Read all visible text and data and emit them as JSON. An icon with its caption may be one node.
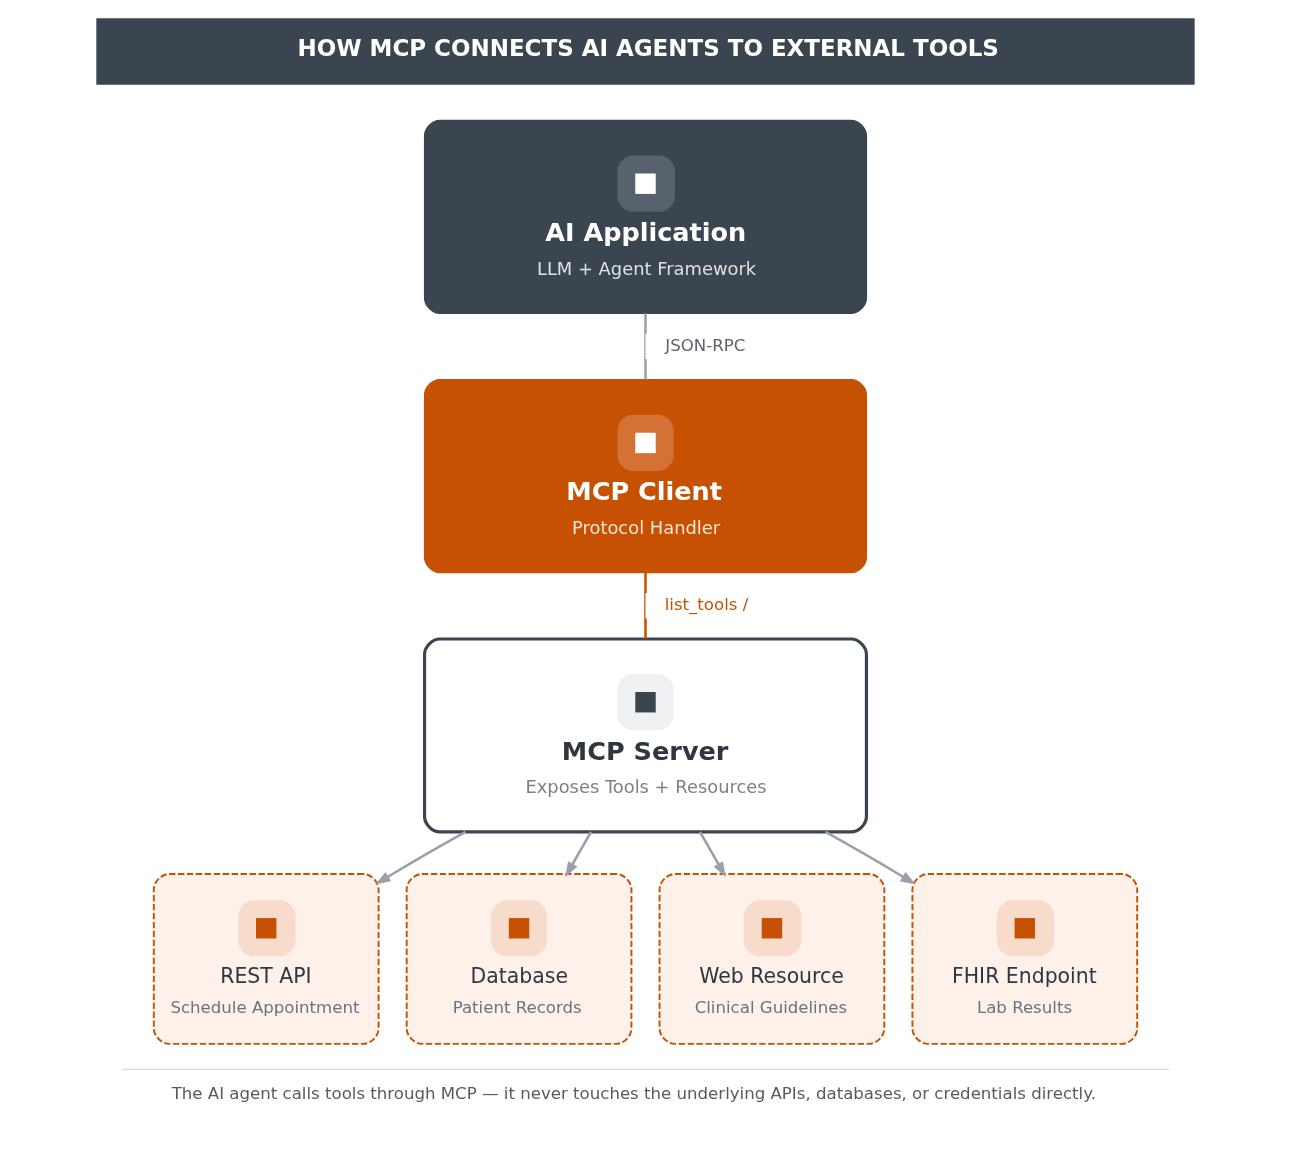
{
  "diagram": {
    "title": "HOW MCP CONNECTS AI AGENTS TO EXTERNAL TOOLS",
    "caption": "The AI agent calls tools through MCP — it never touches the underlying APIs, databases, or credentials directly.",
    "nodes": [
      {
        "text": [
          "AI Application",
          "LLM + Agent Framework"
        ]
      },
      {
        "text": [
          "MCP Client",
          "Protocol Handler"
        ]
      },
      {
        "text": [
          "MCP Server",
          "Exposes Tools + Resources"
        ]
      },
      {
        "text": [
          "REST API",
          "Schedule Appointment"
        ]
      },
      {
        "text": [
          "Database",
          "Patient Records"
        ]
      },
      {
        "text": [
          "Web Resource",
          "Clinical Guidelines"
        ]
      },
      {
        "text": [
          "FHIR Endpoint",
          "Lab Results"
        ]
      }
    ],
    "edges": [
      {
        "from": 0,
        "to": 1,
        "arrow": "none",
        "label": "JSON-RPC"
      },
      {
        "from": 1,
        "to": 2,
        "arrow": "none",
        "label": "list_tools /",
        "color": "#c65102"
      },
      {
        "from": 2,
        "to": 3,
        "arrow": "to"
      },
      {
        "from": 2,
        "to": 4,
        "arrow": "to"
      },
      {
        "from": 2,
        "to": 5,
        "arrow": "to"
      },
      {
        "from": 2,
        "to": 6,
        "arrow": "to"
      }
    ]
  }
}
